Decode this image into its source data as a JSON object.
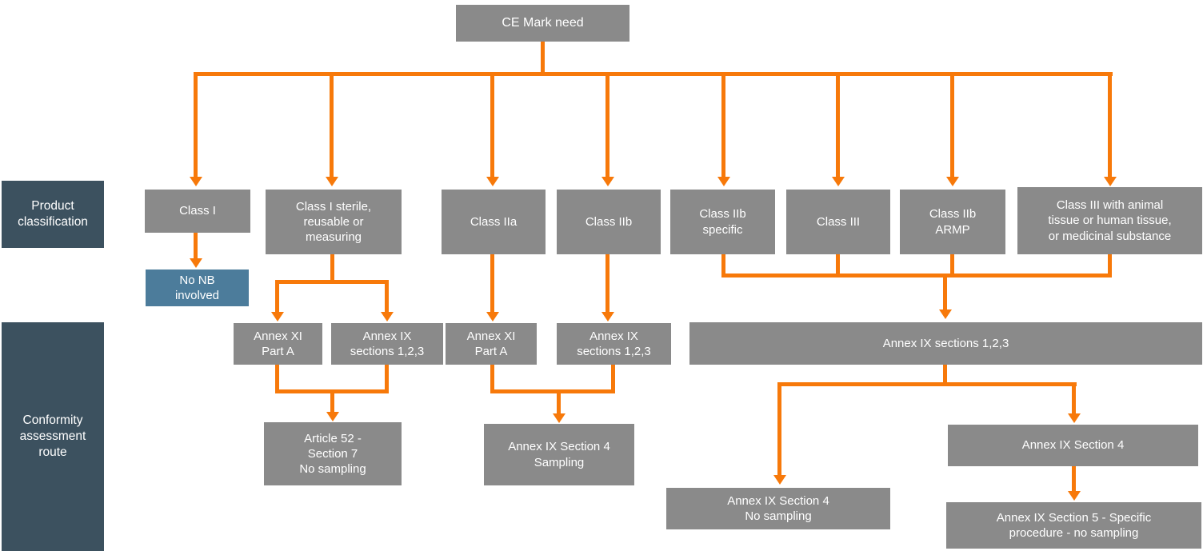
{
  "colors": {
    "connector_orange": "#F7790A",
    "node_gray": "#8A8A8A",
    "row_label_dark": "#3C515F",
    "nb_blue": "#4C7C9B",
    "node_text": "#FFFFFF"
  },
  "row_labels": {
    "product_classification": "Product\nclassification",
    "conformity_assessment": "Conformity\nassessment\nroute"
  },
  "nodes": {
    "ce_mark": "CE Mark need",
    "class_i": "Class I",
    "class_i_sterile": "Class I sterile,\nreusable or\nmeasuring",
    "class_iia": "Class IIa",
    "class_iib": "Class IIb",
    "class_iib_specific": "Class IIb\nspecific",
    "class_iii": "Class III",
    "class_iib_armp": "Class IIb\nARMP",
    "class_iii_tissue": "Class III with animal\ntissue or human tissue,\nor medicinal substance",
    "no_nb_involved": "No NB\ninvolved",
    "annex_xi_part_a_left": "Annex XI\nPart A",
    "annex_ix_sections_123_left": "Annex IX\nsections 1,2,3",
    "annex_xi_part_a_mid": "Annex XI\nPart A",
    "annex_ix_sections_123_mid": "Annex IX\nsections 1,2,3",
    "annex_ix_sections_123_wide": "Annex IX sections 1,2,3",
    "article_52_section_7": "Article 52 -\nSection 7\nNo sampling",
    "annex_ix_section_4_sampling": "Annex IX Section 4\nSampling",
    "annex_ix_section_4_no_sampling": "Annex IX Section 4\nNo sampling",
    "annex_ix_section_4": "Annex IX Section 4",
    "annex_ix_section_5": "Annex IX Section 5 - Specific\nprocedure - no sampling"
  }
}
